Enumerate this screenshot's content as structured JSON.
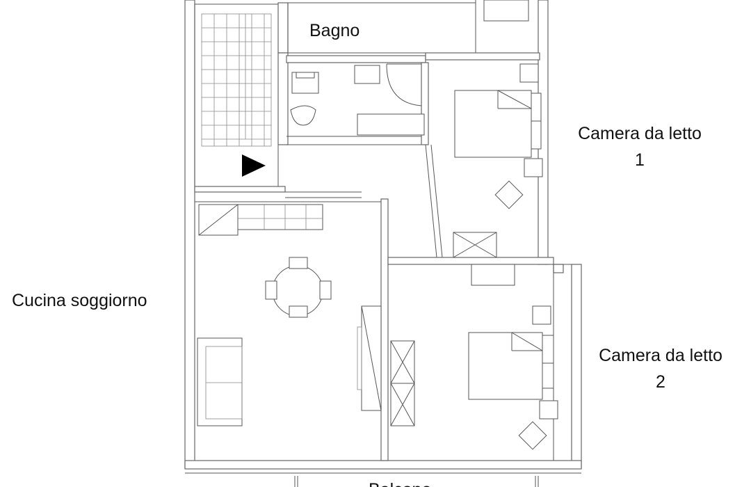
{
  "plan": {
    "rooms": {
      "bathroom": {
        "label": "Bagno"
      },
      "bedroom_1": {
        "label_line1": "Camera da letto",
        "label_line2": "1"
      },
      "kitchen_living": {
        "label": "Cucina soggiorno"
      },
      "bedroom_2": {
        "label_line1": "Camera da letto",
        "label_line2": "2"
      },
      "balcony": {
        "label": "Balcone"
      }
    },
    "colors": {
      "walls": "#666666",
      "lines": "#555555",
      "entrance_marker": "#000000",
      "background": "#ffffff"
    }
  }
}
